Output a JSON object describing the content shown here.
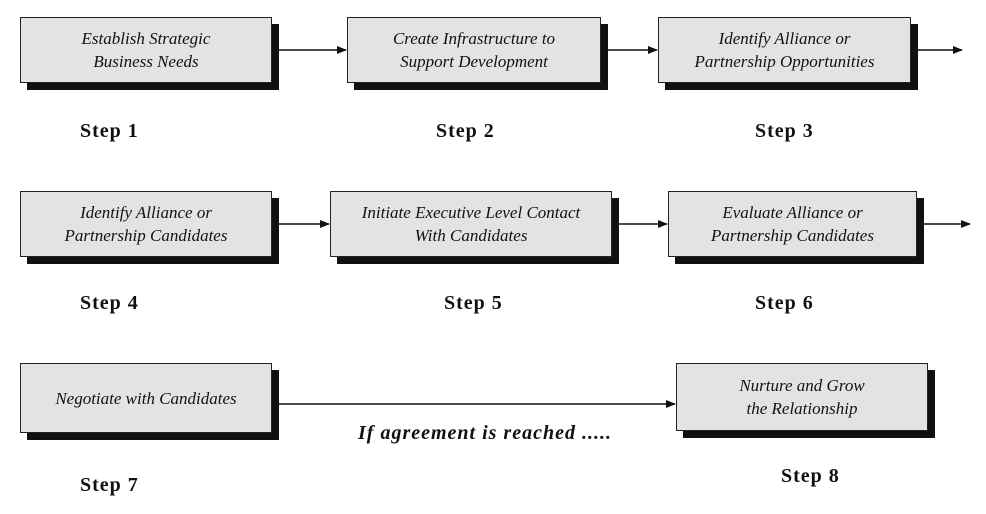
{
  "steps": [
    {
      "line1": "Establish Strategic",
      "line2": "Business Needs",
      "label": "Step  1"
    },
    {
      "line1": "Create Infrastructure to",
      "line2": "Support Development",
      "label": "Step  2"
    },
    {
      "line1": "Identify Alliance or",
      "line2": "Partnership Opportunities",
      "label": "Step  3"
    },
    {
      "line1": "Identify Alliance or",
      "line2": "Partnership Candidates",
      "label": "Step  4"
    },
    {
      "line1": "Initiate Executive Level Contact",
      "line2": "With Candidates",
      "label": "Step  5"
    },
    {
      "line1": "Evaluate Alliance or",
      "line2": "Partnership Candidates",
      "label": "Step  6"
    },
    {
      "line1": "Negotiate with Candidates",
      "line2": "",
      "label": "Step  7"
    },
    {
      "line1": "Nurture and Grow",
      "line2": "the Relationship",
      "label": "Step  8"
    }
  ],
  "condition_label": "If agreement is reached .....",
  "colors": {
    "box_fill": "#e3e3e3",
    "shadow": "#111111",
    "stroke": "#222222"
  }
}
